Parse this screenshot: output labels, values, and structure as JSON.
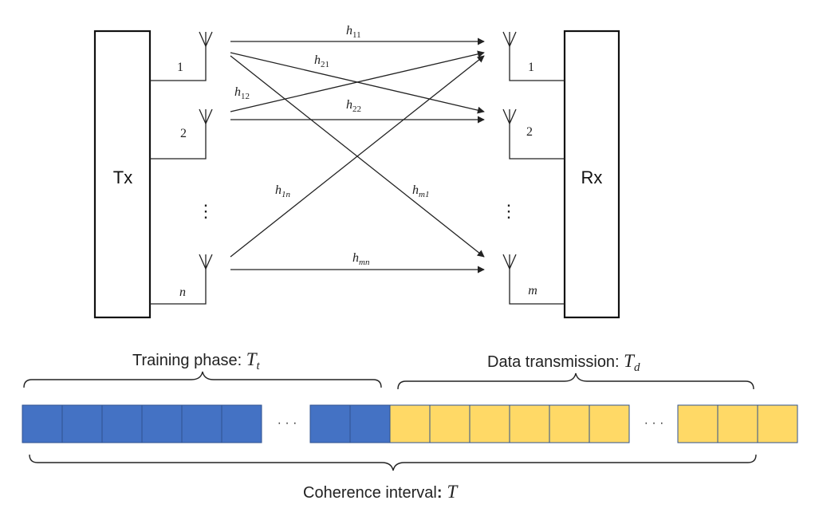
{
  "tx": {
    "label": "Tx",
    "ports": [
      "1",
      "2",
      "n"
    ],
    "ellipsis": "⋮"
  },
  "rx": {
    "label": "Rx",
    "ports": [
      "1",
      "2",
      "m"
    ],
    "ellipsis": "⋮"
  },
  "channels": {
    "h11": {
      "base": "h",
      "sub": "11"
    },
    "h21": {
      "base": "h",
      "sub": "21"
    },
    "h12": {
      "base": "h",
      "sub": "12"
    },
    "h22": {
      "base": "h",
      "sub": "22"
    },
    "h1n": {
      "base": "h",
      "sub": "1n"
    },
    "hm1": {
      "base": "h",
      "sub": "m1"
    },
    "hmn": {
      "base": "h",
      "sub": "mn"
    }
  },
  "timeline": {
    "training": {
      "text": "Training phase: ",
      "sym": "T",
      "sub": "t"
    },
    "data": {
      "text": "Data transmission: ",
      "sym": "T",
      "sub": "d"
    },
    "coherence": {
      "text": "Coherence interval",
      "colon": ":",
      "sym": "T"
    },
    "gap": "· · ·",
    "colors": {
      "training": "#4472C4",
      "data": "#FFD966",
      "border": "#2F528F"
    },
    "blocks": {
      "training_before_gap": 6,
      "training_after_gap": 2,
      "data_before_gap": 6,
      "data_after_gap": 3
    }
  }
}
